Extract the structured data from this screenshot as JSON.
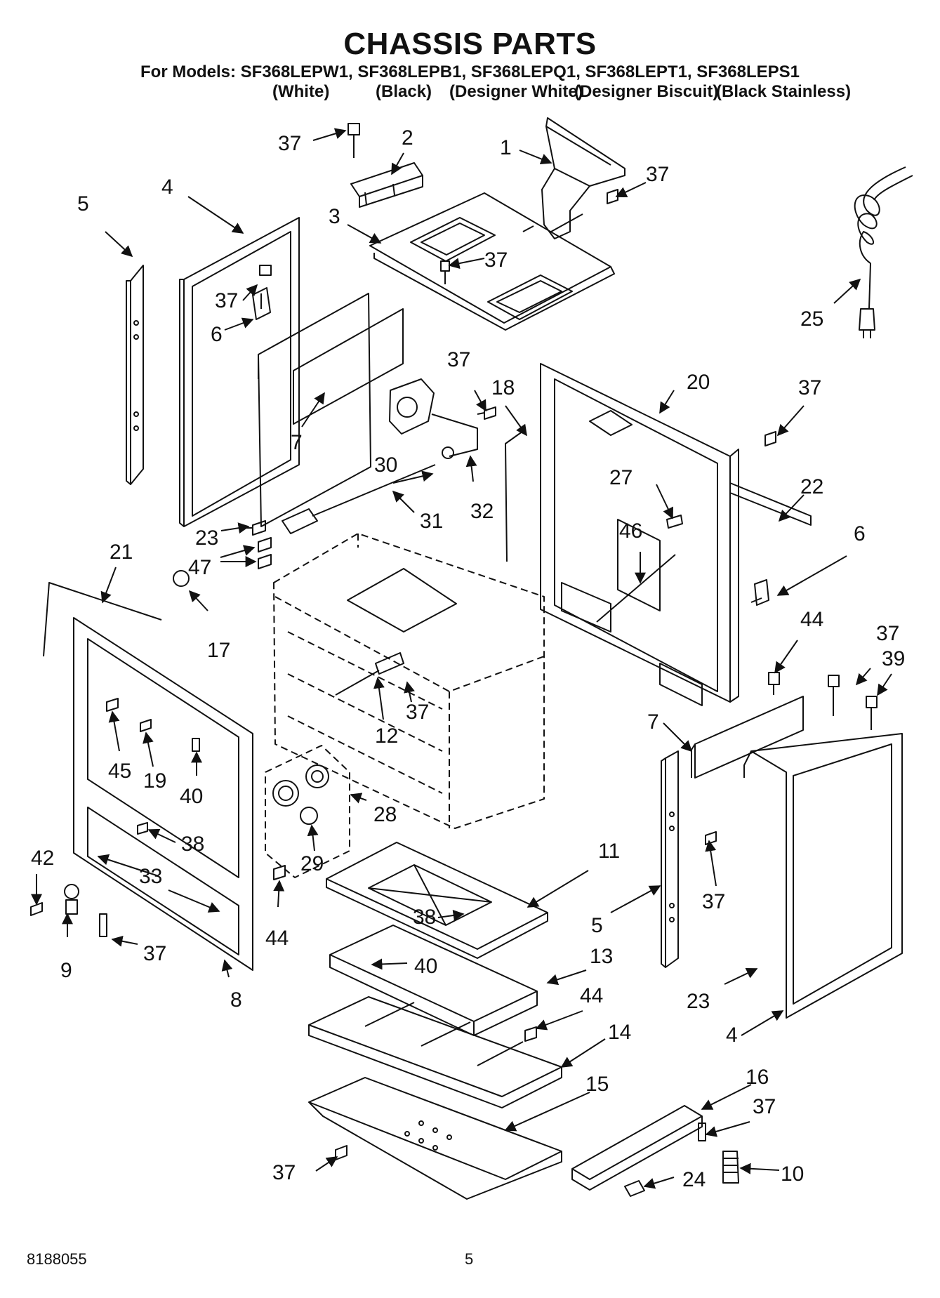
{
  "header": {
    "title": "CHASSIS PARTS",
    "models_line": "For Models: SF368LEPW1, SF368LEPB1, SF368LEPQ1, SF368LEPT1, SF368LEPS1",
    "variants": [
      "(White)",
      "(Black)",
      "(Designer White)",
      "(Designer Biscuit)",
      "(Black Stainless)"
    ]
  },
  "callouts": [
    "37",
    "2",
    "1",
    "37",
    "4",
    "5",
    "3",
    "37",
    "25",
    "37",
    "6",
    "7",
    "37",
    "18",
    "20",
    "37",
    "27",
    "22",
    "30",
    "31",
    "32",
    "23",
    "46",
    "6",
    "47",
    "21",
    "17",
    "44",
    "37",
    "39",
    "12",
    "37",
    "45",
    "19",
    "40",
    "7",
    "28",
    "38",
    "29",
    "11",
    "42",
    "33",
    "37",
    "9",
    "37",
    "44",
    "38",
    "5",
    "40",
    "13",
    "8",
    "44",
    "23",
    "4",
    "14",
    "16",
    "15",
    "37",
    "10",
    "37",
    "24"
  ],
  "footer": {
    "document_number": "8188055",
    "page_number": "5"
  }
}
